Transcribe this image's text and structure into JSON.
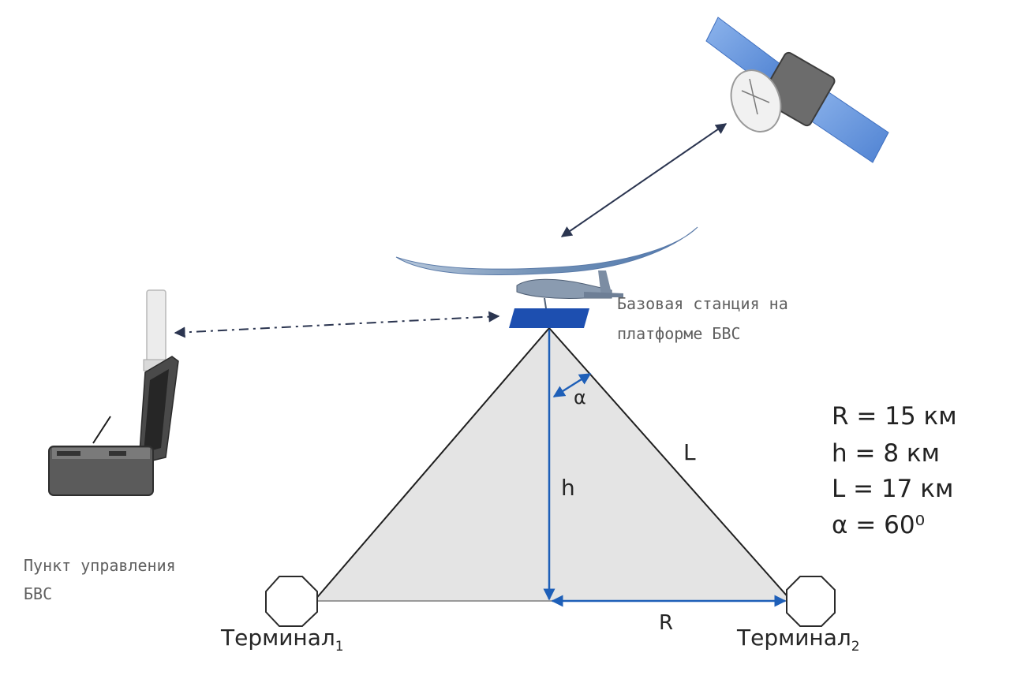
{
  "base_station_label": [
    "Базовая станция на",
    "платформе БВС"
  ],
  "control_point_label": [
    "Пункт управления",
    "БВС"
  ],
  "terminal1": {
    "text": "Терминал",
    "sub": "1"
  },
  "terminal2": {
    "text": "Терминал",
    "sub": "2"
  },
  "geometry_labels": {
    "alpha": "α",
    "h": "h",
    "L": "L",
    "R": "R"
  },
  "parameters": [
    "R = 15 км",
    "h = 8 км",
    "L = 17 км",
    "α = 60⁰"
  ],
  "colors": {
    "triangle_fill": "#e4e4e4",
    "accent_blue": "#1e5fb8",
    "base_station_blue": "#1d4fb0",
    "link_arrow": "#2b3550",
    "solar_panel": "#6f9ee0"
  }
}
